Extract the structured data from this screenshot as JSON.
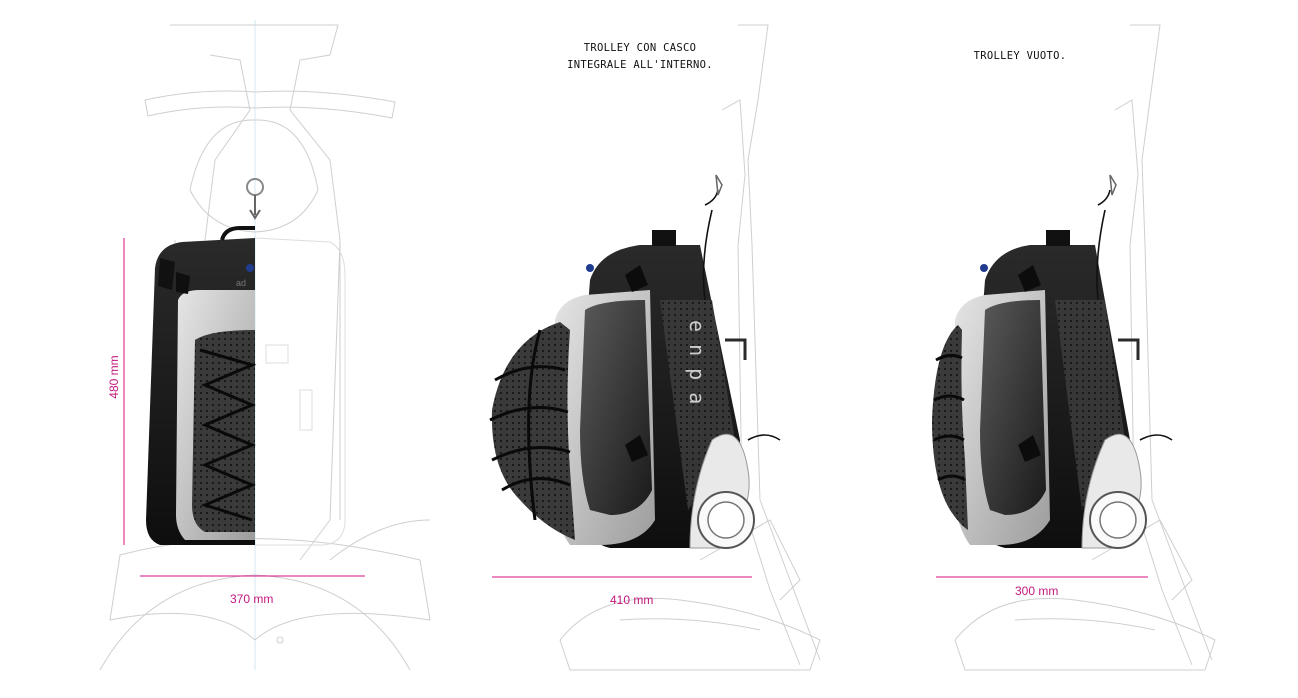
{
  "notes": {
    "helmet_line1": "TROLLEY CON CASCO",
    "helmet_line2": "INTEGRALE ALL'INTERNO.",
    "empty": "TROLLEY VUOTO."
  },
  "dimensions": {
    "height": "480 mm",
    "width_front": "370 mm",
    "depth_full": "410 mm",
    "depth_empty": "300 mm"
  },
  "colors": {
    "dimension": "#d6107f",
    "bag_dark": "#1c1c1c",
    "bag_panel": "#c9c9c9",
    "sketch": "#cfcfcf",
    "logo": "#1f3c8f"
  },
  "logo_text": "ad"
}
